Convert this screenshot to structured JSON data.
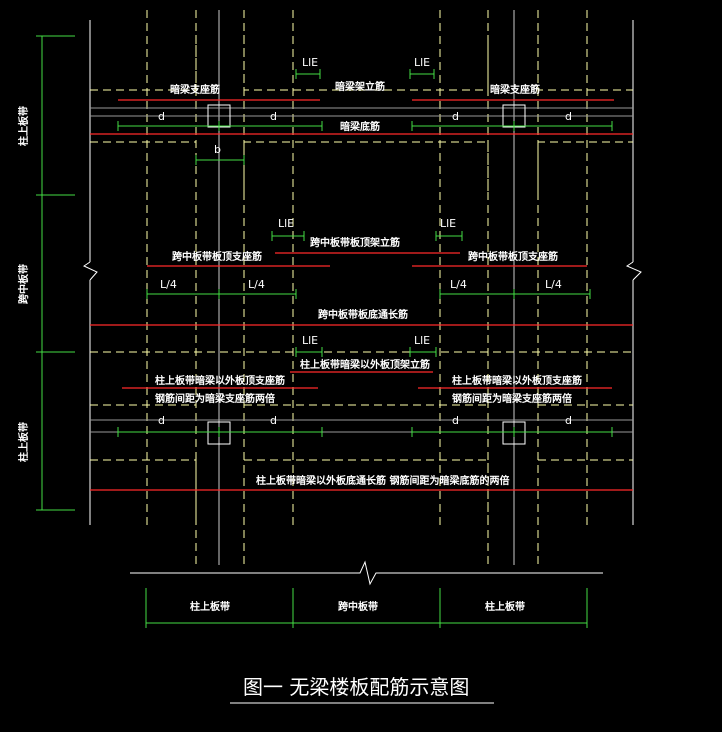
{
  "colors": {
    "background": "#000000",
    "dashed": "#ffffaa",
    "rebar": "#ff2a2a",
    "dimension": "#44dd44",
    "line": "#ffffff",
    "gray": "#999999"
  },
  "labels": {
    "le": "LlE",
    "d": "d",
    "b": "b",
    "quarter": "L/4",
    "hidden_beam_support": "暗梁支座筋",
    "hidden_beam_support_cont": "暗梁架立筋",
    "hidden_beam_bottom": "暗梁底筋",
    "mid_strip_top_support": "跨中板带板顶支座筋",
    "mid_strip_top_cont": "跨中板带板顶架立筋",
    "mid_strip_bottom": "跨中板带板底通长筋",
    "col_strip_outside_top_cont": "柱上板带暗梁以外板顶架立筋",
    "col_strip_outside_top_support_1": "柱上板带暗梁以外板顶支座筋",
    "col_strip_outside_top_support_2": "钢筋间距为暗梁支座筋两倍",
    "col_strip_bottom": "柱上板带暗梁以外板底通长筋 钢筋间距为暗梁底筋的两倍",
    "col_strip": "柱上板带",
    "mid_strip": "跨中板带"
  },
  "title": "图一   无梁楼板配筋示意图"
}
